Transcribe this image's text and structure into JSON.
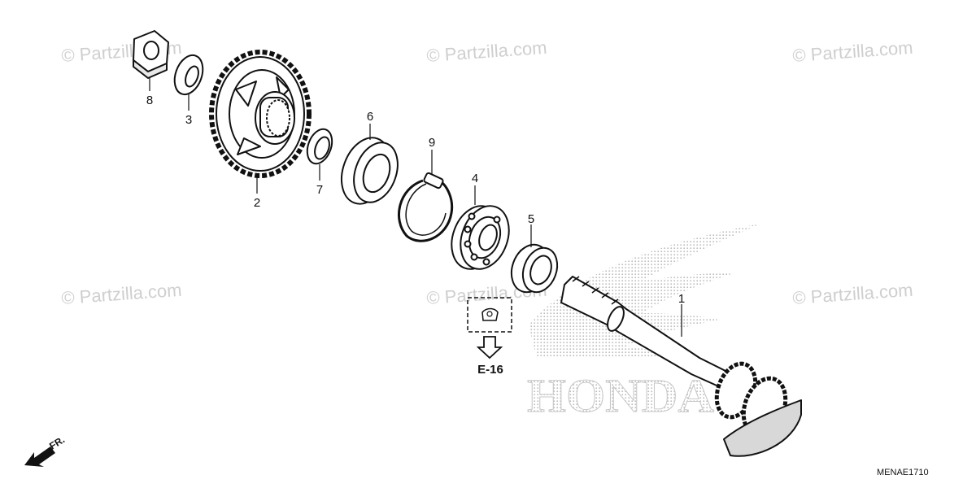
{
  "watermarks": [
    "© Partzilla.com",
    "© Partzilla.com",
    "© Partzilla.com",
    "© Partzilla.com",
    "© Partzilla.com",
    "© Partzilla.com"
  ],
  "brand_background": "HONDA",
  "callouts": [
    "1",
    "2",
    "3",
    "4",
    "5",
    "6",
    "7",
    "8",
    "9"
  ],
  "reference_label": "E-16",
  "diagram_code": "MENAE1710",
  "direction_label": "FR.",
  "colors": {
    "line": "#111111",
    "watermark": "#cfcfcf",
    "brand_dots": "#bbbbbb"
  },
  "icons": {
    "wing_logo": "honda-wing-icon",
    "direction": "front-arrow-icon",
    "reference": "down-arrow-icon"
  }
}
